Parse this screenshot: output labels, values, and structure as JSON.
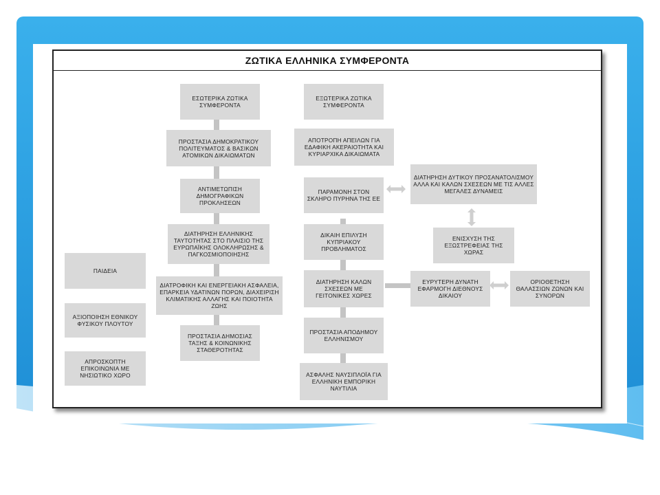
{
  "title": "ΖΩΤΙΚΑ ΕΛΛΗΝΙΚΑ ΣΥΜΦΕΡΟΝΤΑ",
  "colors": {
    "header_blue": "#2c9ee0",
    "box_gray": "#d9d9d9",
    "connector_gray": "#c4c4c4"
  },
  "boxes": {
    "eso_top": "ΕΣΩΤΕΡΙΚΑ ΖΩΤΙΚΑ ΣΥΜΦΕΡΟΝΤΑ",
    "dimokratiko": "ΠΡΟΣΤΑΣΙΑ ΔΗΜΟΚΡΑΤΙΚΟΥ ΠΟΛΙΤΕΥΜΑΤΟΣ & ΒΑΣΙΚΩΝ ΑΤΟΜΙΚΩΝ ΔΙΚΑΙΩΜΑΤΩΝ",
    "dimografiko": "ΑΝΤΙΜΕΤΩΠΙΣΗ ΔΗΜΟΓΡΑΦΙΚΩΝ ΠΡΟΚΛΗΣΕΩΝ",
    "taftotita": "ΔΙΑΤΗΡΗΣΗ ΕΛΛΗΝΙΚΗΣ ΤΑΥΤΟΤΗΤΑΣ ΣΤΟ ΠΛΑΙΣΙΟ ΤΗΣ ΕΥΡΩΠΑΪΚΗΣ ΟΛΟΚΛΗΡΩΣΗΣ & ΠΑΓΚΟΣΜΙΟΠΟΙΗΣΗΣ",
    "trofiki": "ΔΙΑΤΡΟΦΙΚΗ ΚΑΙ ΕΝΕΡΓΕΙΑΚΗ ΑΣΦΑΛΕΙΑ, ΕΠΑΡΚΕΙΑ ΥΔΑΤΙΝΩΝ ΠΟΡΩΝ, ΔΙΑΧΕΙΡΙΣΗ ΚΛΙΜΑΤΙΚΗΣ ΑΛΛΑΓΗΣ ΚΑΙ ΠΟΙΟΤΗΤΑ ΖΩΗΣ",
    "taxi": "ΠΡΟΣΤΑΣΙΑ ΔΗΜΟΣΙΑΣ ΤΑΞΗΣ & ΚΟΙΝΩΝΙΚΗΣ ΣΤΑΘΕΡΟΤΗΤΑΣ",
    "paideia": "ΠΑΙΔΕΙΑ",
    "ploutos": "ΑΞΙΟΠΟΙΗΣΗ ΕΘΝΙΚΟΥ ΦΥΣΙΚΟΥ ΠΛΟΥΤΟΥ",
    "nisiotiko": "ΑΠΡΟΣΚΟΠΤΗ ΕΠΙΚΟΙΝΩΝΙΑ ΜΕ ΝΗΣΙΩΤΙΚΟ ΧΩΡΟ",
    "exo_top": "ΕΞΩΤΕΡΙΚΑ ΖΩΤΙΚΑ ΣΥΜΦΕΡΟΝΤΑ",
    "apotropi": "ΑΠΟΤΡΟΠΗ ΑΠΕΙΛΩΝ ΓΙΑ ΕΔΑΦΙΚΗ ΑΚΕΡΑΙΟΤΗΤΑ ΚΑΙ ΚΥΡΙΑΡΧΙΚΑ ΔΙΚΑΙΩΜΑΤΑ",
    "pyrinas": "ΠΑΡΑΜΟΝΗ ΣΤΟΝ ΣΚΛΗΡΟ ΠΥΡΗΝΑ ΤΗΣ ΕΕ",
    "kypriako": "ΔΙΚΑΙΗ ΕΠΙΛΥΣΗ ΚΥΠΡΙΑΚΟΥ ΠΡΟΒΛΗΜΑΤΟΣ",
    "geitones": "ΔΙΑΤΗΡΗΣΗ ΚΑΛΩΝ ΣΧΕΣΕΩΝ ΜΕ ΓΕΙΤΟΝΙΚΕΣ ΧΩΡΕΣ",
    "apodimos": "ΠΡΟΣΤΑΣΙΑ ΑΠΟΔΗΜΟΥ ΕΛΛΗΝΙΣΜΟΥ",
    "naftilia": "ΑΣΦΑΛΗΣ ΝΑΥΣΙΠΛΟΪΑ ΓΙΑ ΕΛΛΗΝΙΚΗ ΕΜΠΟΡΙΚΗ ΝΑΥΤΙΛΙΑ",
    "dytikos": "ΔΙΑΤΗΡΗΣΗ ΔΥΤΙΚΟΥ ΠΡΟΣΑΝΑΤΟΛΙΣΜΟΥ ΑΛΛΑ ΚΑΙ ΚΑΛΩΝ ΣΧΕΣΕΩΝ ΜΕ ΤΙΣ ΑΛΛΕΣ ΜΕΓΑΛΕΣ ΔΥΝΑΜΕΙΣ",
    "exostrefeia": "ΕΝΙΣΧΥΣΗ ΤΗΣ ΕΞΩΣΤΡΕΦΕΙΑΣ ΤΗΣ ΧΩΡΑΣ",
    "diethnes": "ΕΥΡΥΤΕΡΗ ΔΥΝΑΤΗ ΕΦΑΡΜΟΓΗ ΔΙΕΘΝΟΥΣ ΔΙΚΑΙΟΥ",
    "oriothetisi": "ΟΡΙΟΘΕΤΗΣΗ ΘΑΛΑΣΣΙΩΝ ΖΩΝΩΝ ΚΑΙ ΣΥΝΟΡΩΝ"
  }
}
